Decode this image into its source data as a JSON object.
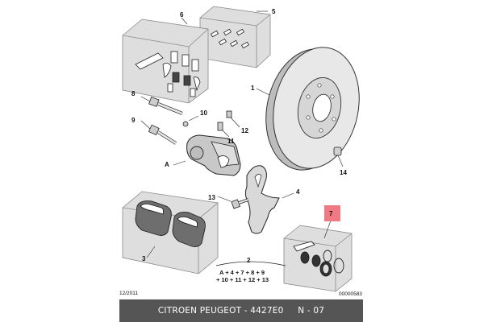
{
  "callouts": {
    "c1": "1",
    "c2": "2",
    "c3": "3",
    "c4": "4",
    "c5": "5",
    "c6": "6",
    "c7": "7",
    "c8": "8",
    "c9": "9",
    "c10": "10",
    "c11": "11",
    "c12": "12",
    "c13": "13",
    "c14": "14",
    "cA": "A"
  },
  "formula": {
    "line1": "A + 4 + 7 + 8 + 9",
    "line2": "+ 10 + 11 + 12 + 13"
  },
  "date_code": "12/2011",
  "drawing_number": "00000583",
  "footer": {
    "brand": "CITROEN PEUGEOT - 4427E0",
    "page": "N - 07"
  },
  "colors": {
    "highlight_box": "#f07a84",
    "kit_box": "#dcdcdc",
    "footer_bg": "#555555"
  }
}
